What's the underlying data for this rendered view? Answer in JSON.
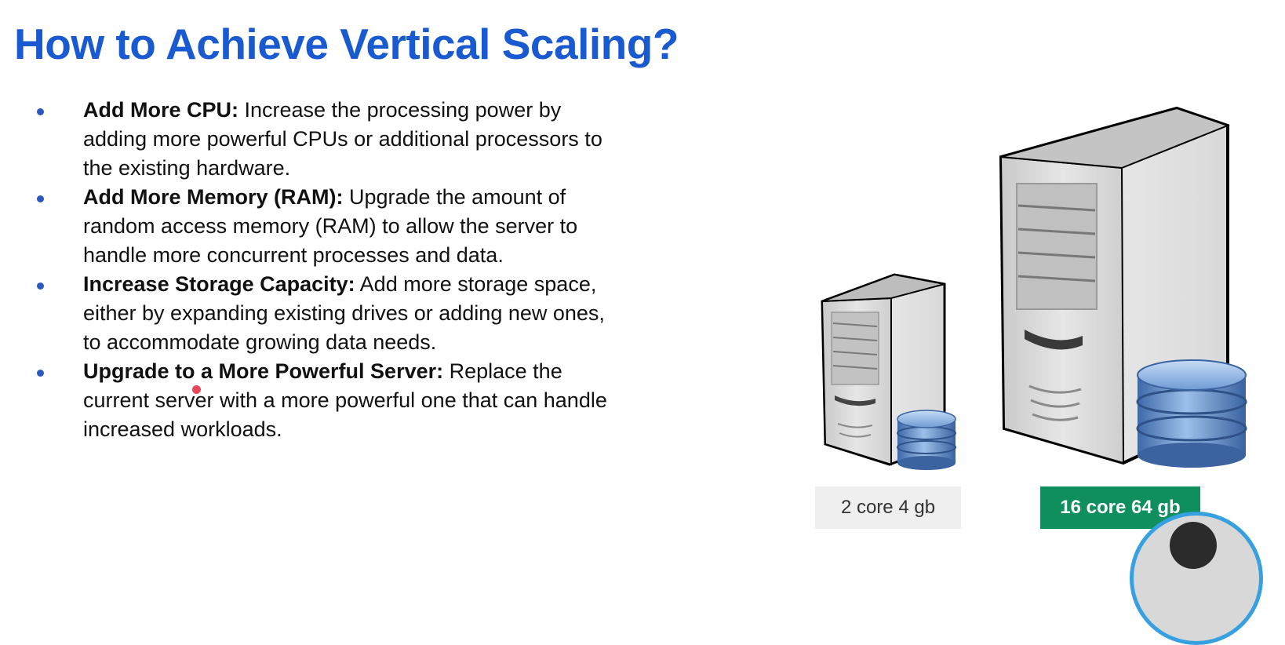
{
  "slide": {
    "title": "How to Achieve Vertical Scaling?",
    "bullets": [
      {
        "term": "Add More CPU:",
        "text": " Increase the processing power by adding more powerful CPUs or additional processors to the existing hardware."
      },
      {
        "term": "Add More Memory (RAM):",
        "text": " Upgrade the amount of random access memory (RAM) to allow the server to handle more concurrent processes and data."
      },
      {
        "term": "Increase Storage Capacity:",
        "text": " Add more storage space, either by expanding existing drives or adding new ones, to accommodate growing data needs."
      },
      {
        "term": "Upgrade to a More Powerful Server:",
        "text": " Replace the current server with a more powerful one that can handle increased workloads."
      }
    ]
  },
  "illustration": {
    "small_server_label": "2 core 4 gb",
    "large_server_label": "16 core 64 gb",
    "icons": [
      "small-server-tower-icon",
      "small-database-icon",
      "large-server-tower-icon",
      "large-database-icon"
    ]
  },
  "colors": {
    "title": "#1a5ad0",
    "bullet": "#2a57c0",
    "large_label_bg": "#0e8f5d",
    "small_label_bg": "#efefef",
    "cursor": "#e8465a",
    "avatar_ring": "#36a0e0"
  }
}
